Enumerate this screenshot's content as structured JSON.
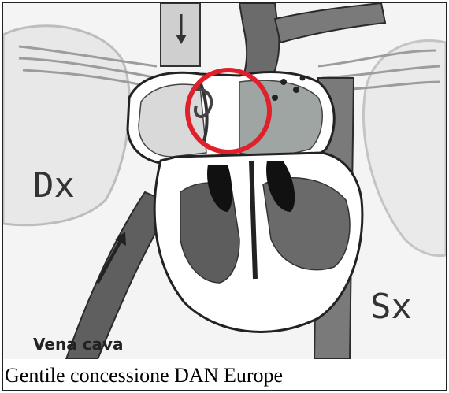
{
  "figure": {
    "labels": {
      "right_side": "Dx",
      "left_side": "Sx",
      "vessel": "Vena cava"
    },
    "highlight_color": "#e0202a"
  },
  "caption": "Gentile concessione DAN Europe"
}
